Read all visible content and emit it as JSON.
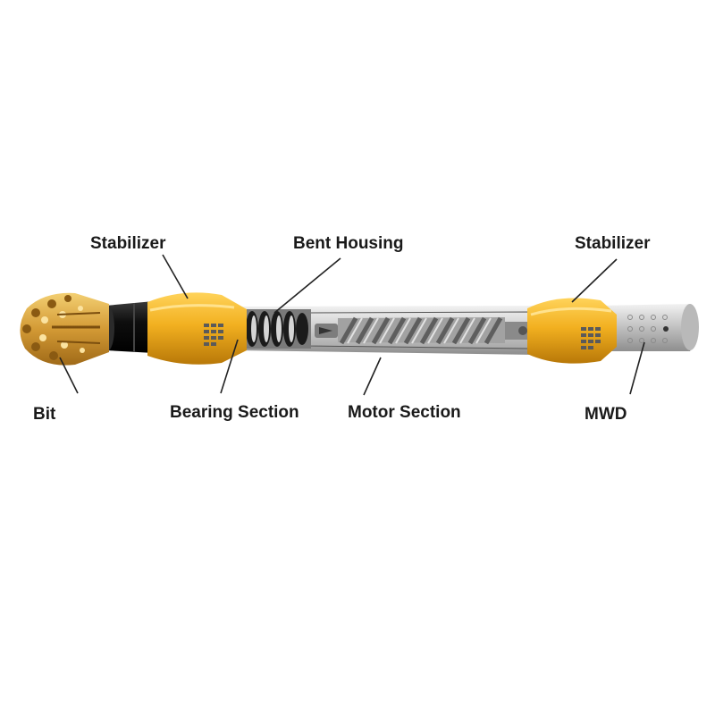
{
  "labels": {
    "stabilizer_left": "Stabilizer",
    "bent_housing": "Bent Housing",
    "stabilizer_right": "Stabilizer",
    "bit": "Bit",
    "bearing_section": "Bearing Section",
    "motor_section": "Motor Section",
    "mwd": "MWD"
  },
  "colors": {
    "stabilizer": "#f2b020",
    "stabilizer_dark": "#c8860c",
    "bit": "#d9a540",
    "collar": "#111111",
    "housing": "#c9c9c9",
    "rotor": "#9a9a9a",
    "mwd": "#d8d8d8"
  }
}
